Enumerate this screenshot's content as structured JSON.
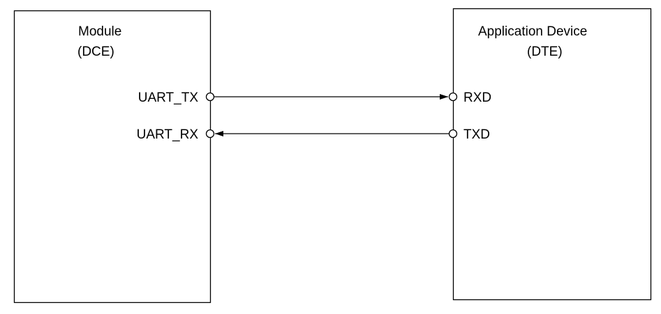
{
  "module": {
    "title": "Module",
    "subtitle": "(DCE)",
    "pins": [
      "UART_TX",
      "UART_RX"
    ]
  },
  "device": {
    "title": "Application Device",
    "subtitle": "(DTE)",
    "pins": [
      "RXD",
      "TXD"
    ]
  }
}
